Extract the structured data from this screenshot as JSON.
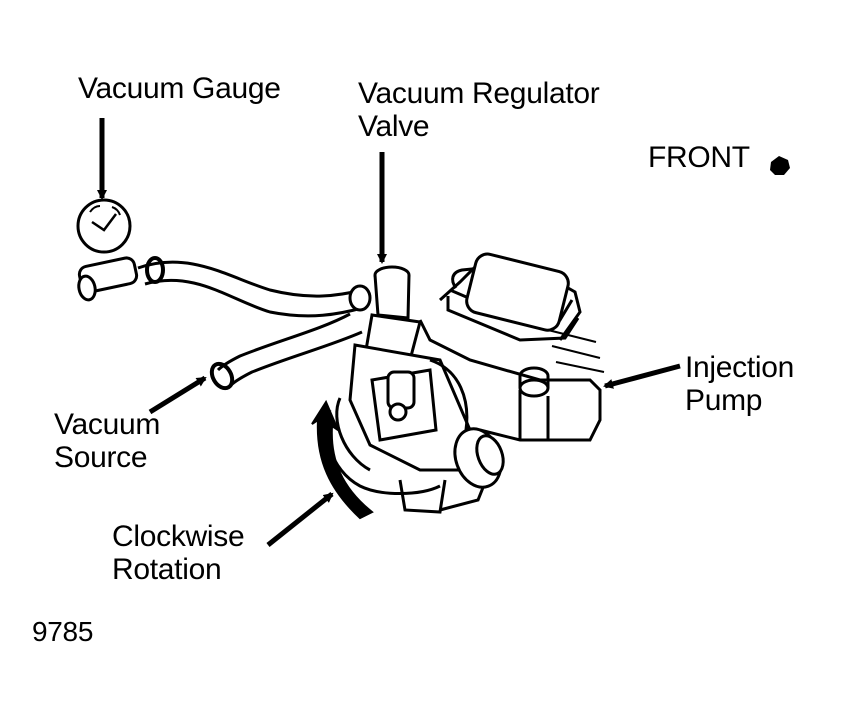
{
  "labels": {
    "vacuum_gauge": "Vacuum Gauge",
    "regulator_line1": "Vacuum Regulator",
    "regulator_line2": "Valve",
    "front": "FRONT",
    "injection_line1": "Injection",
    "injection_line2": "Pump",
    "source_line1": "Vacuum",
    "source_line2": "Source",
    "clockwise_line1": "Clockwise",
    "clockwise_line2": "Rotation",
    "figure_number": "9785"
  },
  "colors": {
    "ink": "#000000",
    "paper": "#ffffff"
  }
}
